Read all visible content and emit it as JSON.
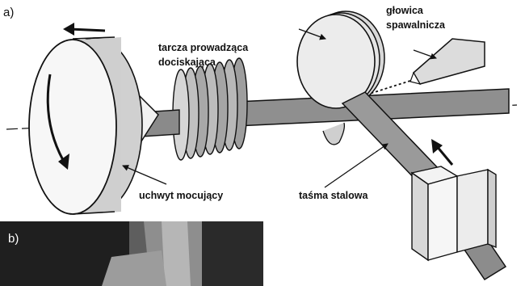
{
  "panels": {
    "a": "a)",
    "b": "b)"
  },
  "labels": {
    "guide_disc_line1": "tarcza prowadząca",
    "guide_disc_line2": "dociskająca",
    "welding_head_line1": "głowica",
    "welding_head_line2": "spawalnicza",
    "chuck": "uchwyt mocujący",
    "steel_strip": "taśma stalowa"
  },
  "colors": {
    "outline": "#111111",
    "light_fill": "#e6e6e6",
    "mid_fill": "#b4b4b4",
    "dark_fill": "#8a8a8a",
    "photo_bg": "#202020"
  }
}
